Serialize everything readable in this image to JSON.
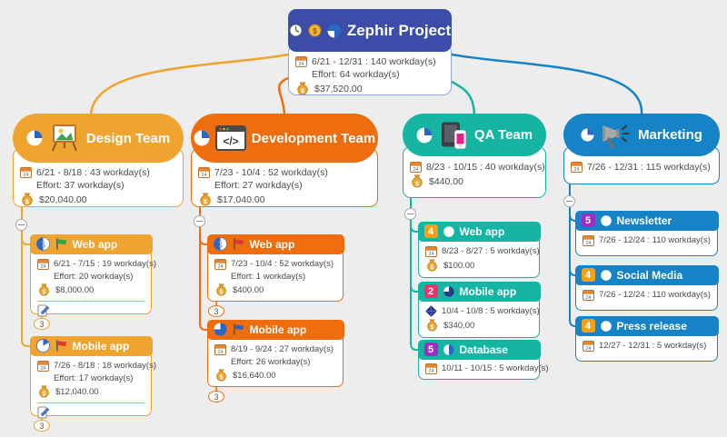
{
  "root": {
    "title": "Zephir Project",
    "dates": "6/21 - 12/31 : 140 workday(s)",
    "effort": "Effort: 64 workday(s)",
    "cost": "$37,520.00",
    "icons": [
      "clock-icon",
      "coin-icon",
      "pie-chart-icon"
    ]
  },
  "teams": [
    {
      "name": "Design Team",
      "color": "#EFA42F",
      "dates": "6/21 - 8/18 : 43 workday(s)",
      "effort": "Effort: 37 workday(s)",
      "cost": "$20,040.00",
      "icon": "easel-picture-icon",
      "children": [
        {
          "title": "Web app",
          "flag": "green-flag-icon",
          "flag_color": "#2EA843",
          "dates": "6/21 - 7/15 : 19 workday(s)",
          "effort": "Effort: 20 workday(s)",
          "cost": "$8,000.00",
          "has_note": true,
          "subtopics": "3"
        },
        {
          "title": "Mobile app",
          "flag": "red-flag-icon",
          "flag_color": "#E03A2F",
          "dates": "7/26 - 8/18 : 18 workday(s)",
          "effort": "Effort: 17 workday(s)",
          "cost": "$12,040.00",
          "has_note": true,
          "subtopics": "3"
        }
      ]
    },
    {
      "name": "Development Team",
      "color": "#ED6D0F",
      "dates": "7/23 - 10/4 : 52 workday(s)",
      "effort": "Effort: 27 workday(s)",
      "cost": "$17,040.00",
      "icon": "code-window-icon",
      "children": [
        {
          "title": "Web app",
          "flag": "red-flag-icon",
          "flag_color": "#E03A2F",
          "dates": "7/23 - 10/4 : 52 workday(s)",
          "effort": "Effort: 1 workday(s)",
          "cost": "$400.00",
          "subtopics": "3"
        },
        {
          "title": "Mobile app",
          "flag": "blue-flag-icon",
          "flag_color": "#2B66C2",
          "dates": "8/19 - 9/24 : 27 workday(s)",
          "effort": "Effort: 26 workday(s)",
          "cost": "$16,640.00",
          "subtopics": "3"
        }
      ]
    },
    {
      "name": "QA Team",
      "color": "#16B5A3",
      "dates": "8/23 - 10/15 : 40 workday(s)",
      "cost": "$440.00",
      "icon": "tablet-phone-icon",
      "children": [
        {
          "title": "Web app",
          "badge": "4",
          "badge_color": "#F0A11E",
          "progress": "0%",
          "dates": "8/23 - 8/27 : 5 workday(s)",
          "cost": "$100.00"
        },
        {
          "title": "Mobile app",
          "badge": "2",
          "badge_color": "#E8356B",
          "progress": "75%",
          "dates": "10/4 - 10/8 : 5 workday(s)",
          "cost": "$340.00",
          "milestone": true
        },
        {
          "title": "Database",
          "badge": "5",
          "badge_color": "#A12BC6",
          "progress": "50%",
          "dates": "10/11 - 10/15 : 5 workday(s)"
        }
      ]
    },
    {
      "name": "Marketing",
      "color": "#1583C6",
      "dates": "7/26 - 12/31 : 115 workday(s)",
      "icon": "megaphone-icon",
      "children": [
        {
          "title": "Newsletter",
          "badge": "5",
          "badge_color": "#A12BC6",
          "progress": "0%",
          "dates": "7/26 - 12/24 : 110 workday(s)"
        },
        {
          "title": "Social Media",
          "badge": "4",
          "badge_color": "#F0A11E",
          "progress": "0%",
          "dates": "7/26 - 12/24 : 110 workday(s)"
        },
        {
          "title": "Press release",
          "badge": "4",
          "badge_color": "#F0A11E",
          "progress": "0%",
          "dates": "12/27 - 12/31 : 5 workday(s)"
        }
      ]
    }
  ],
  "colors": {
    "background": "#EDEDED",
    "root": "#3C4DA9",
    "design": "#EFA42F",
    "development": "#ED6D0F",
    "qa": "#16B5A3",
    "marketing": "#1583C6"
  }
}
